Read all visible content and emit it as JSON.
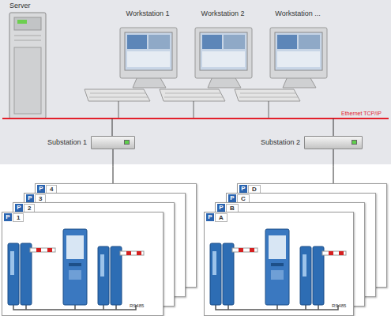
{
  "diagram": {
    "nodes": [
      {
        "text": [
          "Server"
        ]
      },
      {
        "text": [
          "Workstation 1"
        ]
      },
      {
        "text": [
          "Workstation 2"
        ]
      },
      {
        "text": [
          "Workstation ..."
        ]
      },
      {
        "text": [
          "Substation 1"
        ]
      },
      {
        "text": [
          "Substation 2"
        ]
      },
      {
        "text": [
          "4"
        ]
      },
      {
        "text": [
          "3"
        ]
      },
      {
        "text": [
          "2"
        ]
      },
      {
        "text": [
          "1"
        ]
      },
      {
        "text": [
          "D"
        ]
      },
      {
        "text": [
          "C"
        ]
      },
      {
        "text": [
          "B"
        ]
      },
      {
        "text": [
          "A"
        ]
      }
    ],
    "edges": [
      {
        "from": 4,
        "to": 6,
        "arrow": "none"
      },
      {
        "from": 5,
        "to": 10,
        "arrow": "none"
      }
    ],
    "labels": [
      "Ethernet TCP/IP",
      "P",
      "P",
      "P",
      "P",
      "P",
      "P",
      "P",
      "P",
      "RS485",
      "RS485"
    ]
  }
}
